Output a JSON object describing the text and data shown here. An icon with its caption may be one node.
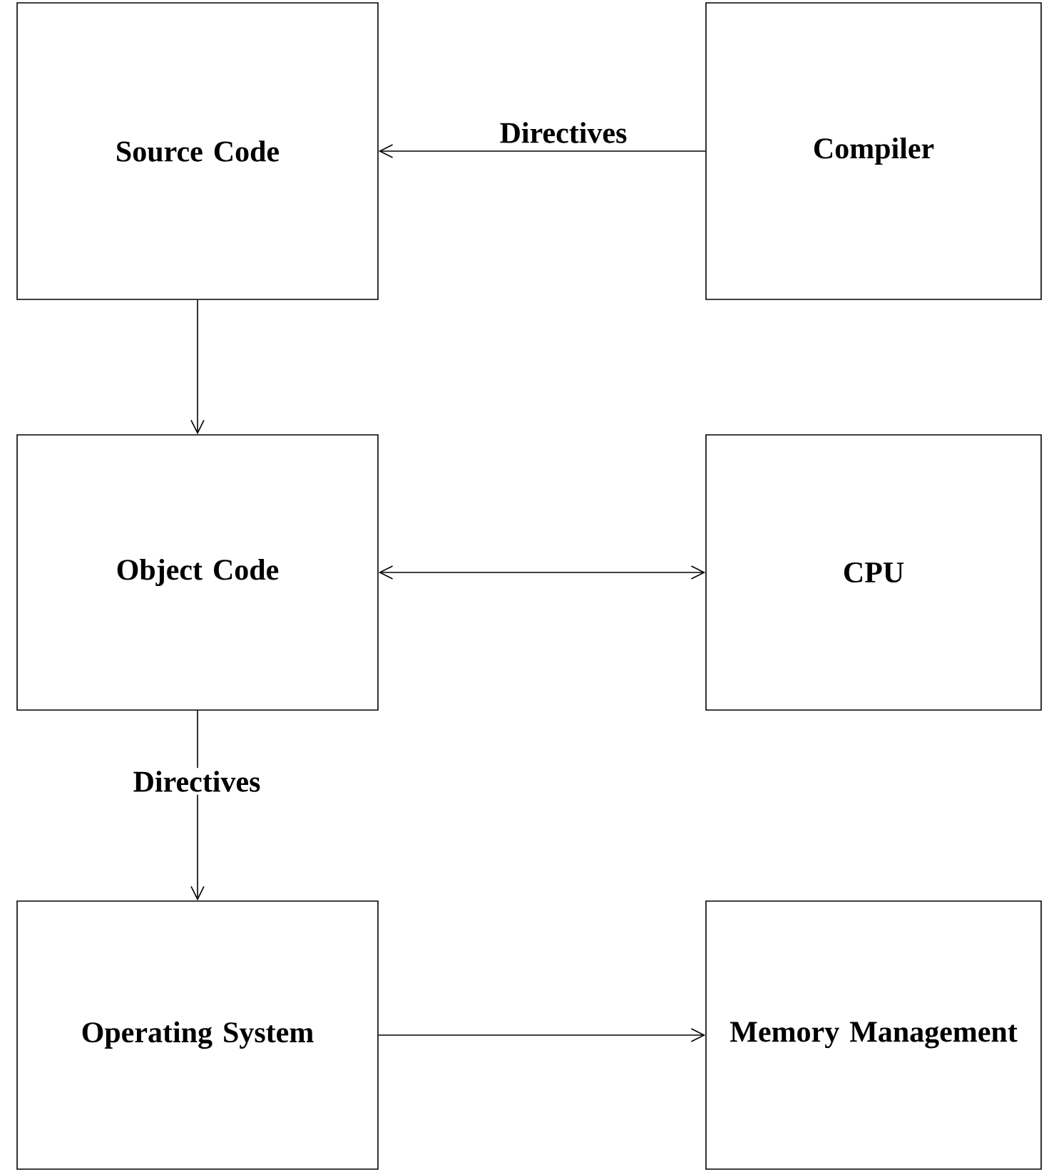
{
  "diagram": {
    "nodes": [
      {
        "text": [
          "Source Code"
        ]
      },
      {
        "text": [
          "Compiler"
        ]
      },
      {
        "text": [
          "Object Code"
        ]
      },
      {
        "text": [
          "CPU"
        ]
      },
      {
        "text": [
          "Operating System"
        ]
      },
      {
        "text": [
          "Memory Management"
        ]
      }
    ],
    "edges": [
      {
        "from": 1,
        "to": 0,
        "arrow": "to",
        "label": "Directives"
      },
      {
        "from": 0,
        "to": 2,
        "arrow": "to"
      },
      {
        "from": 2,
        "to": 3,
        "arrow": "both"
      },
      {
        "from": 2,
        "to": 4,
        "arrow": "to",
        "label": "Directives"
      },
      {
        "from": 4,
        "to": 5,
        "arrow": "to"
      }
    ]
  }
}
